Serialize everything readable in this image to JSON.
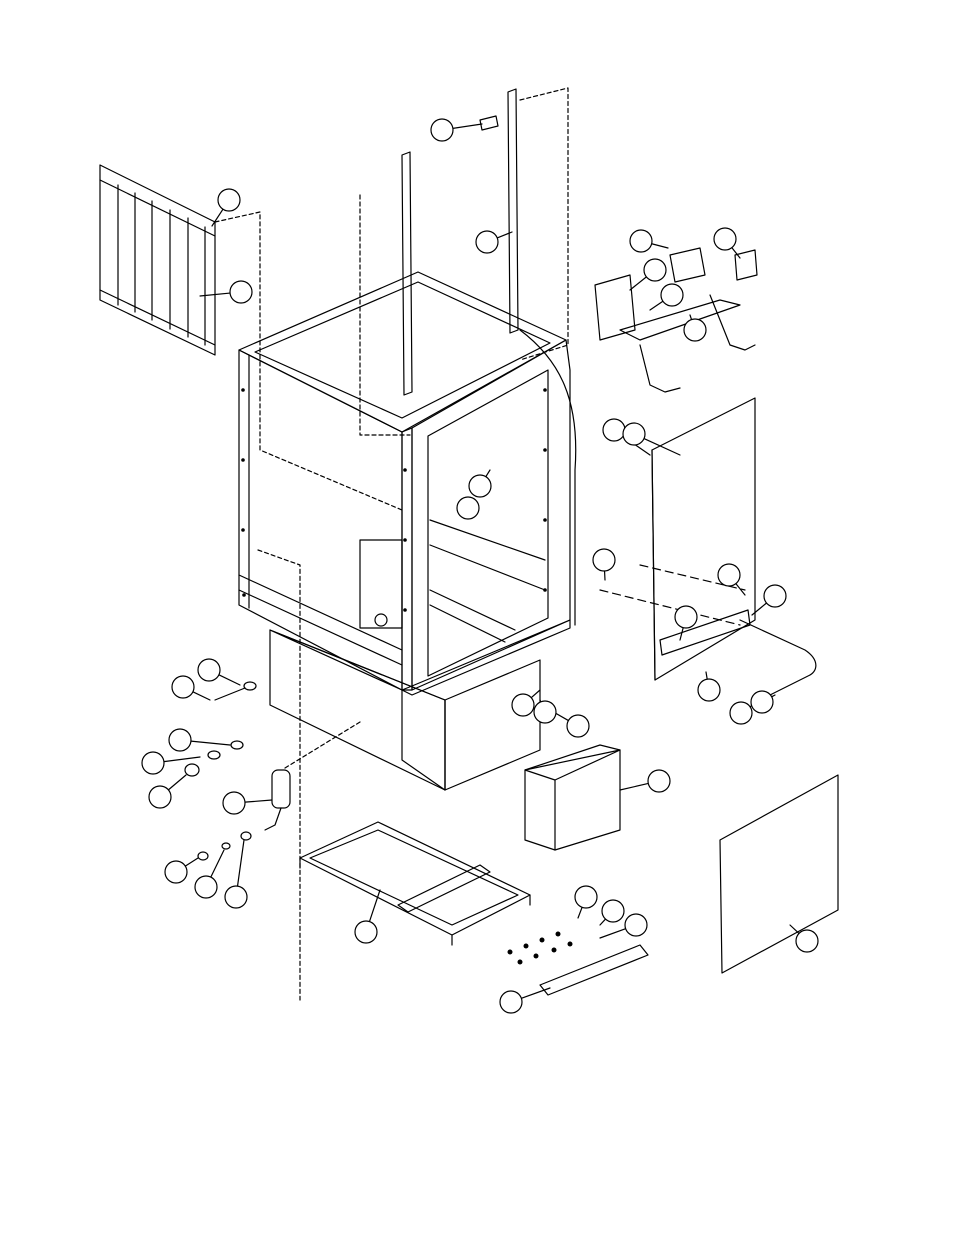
{
  "diagram": {
    "kind": "exploded-parts-view",
    "stroke_color": "#000000",
    "background_color": "#ffffff",
    "callouts": [
      {
        "id": "c1",
        "label": ""
      },
      {
        "id": "c2",
        "label": ""
      },
      {
        "id": "c3",
        "label": ""
      },
      {
        "id": "c4",
        "label": ""
      },
      {
        "id": "c5",
        "label": ""
      },
      {
        "id": "c6",
        "label": ""
      },
      {
        "id": "c7",
        "label": ""
      },
      {
        "id": "c8",
        "label": ""
      },
      {
        "id": "c9",
        "label": ""
      },
      {
        "id": "c10",
        "label": ""
      },
      {
        "id": "c11",
        "label": ""
      },
      {
        "id": "c12",
        "label": ""
      },
      {
        "id": "c13",
        "label": ""
      },
      {
        "id": "c14",
        "label": ""
      },
      {
        "id": "c15",
        "label": ""
      },
      {
        "id": "c16",
        "label": ""
      },
      {
        "id": "c17",
        "label": ""
      },
      {
        "id": "c18",
        "label": ""
      },
      {
        "id": "c19",
        "label": ""
      },
      {
        "id": "c20",
        "label": ""
      },
      {
        "id": "c21",
        "label": ""
      },
      {
        "id": "c22",
        "label": ""
      },
      {
        "id": "c23",
        "label": ""
      },
      {
        "id": "c24",
        "label": ""
      },
      {
        "id": "c25",
        "label": ""
      },
      {
        "id": "c26",
        "label": ""
      },
      {
        "id": "c27",
        "label": ""
      },
      {
        "id": "c28",
        "label": ""
      },
      {
        "id": "c29",
        "label": ""
      },
      {
        "id": "c30",
        "label": ""
      },
      {
        "id": "c31",
        "label": ""
      },
      {
        "id": "c32",
        "label": ""
      },
      {
        "id": "c33",
        "label": ""
      },
      {
        "id": "c34",
        "label": ""
      },
      {
        "id": "c35",
        "label": ""
      },
      {
        "id": "c36",
        "label": ""
      },
      {
        "id": "c37",
        "label": ""
      },
      {
        "id": "c38",
        "label": ""
      },
      {
        "id": "c39",
        "label": ""
      }
    ]
  }
}
